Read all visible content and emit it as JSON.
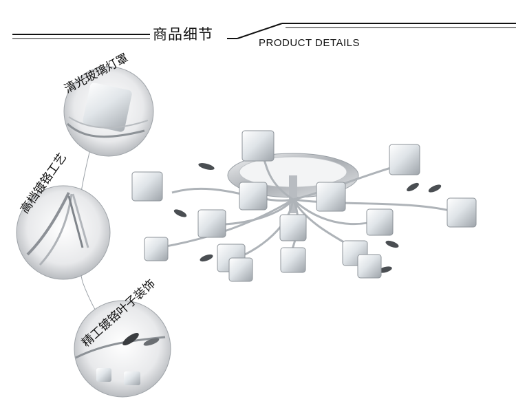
{
  "header": {
    "title_cn": "商品细节",
    "title_en": "PRODUCT DETAILS"
  },
  "details": [
    {
      "caption": "清光玻璃灯罩"
    },
    {
      "caption": "高档镀铬工艺"
    },
    {
      "caption": "精工镀铬叶子装饰"
    }
  ],
  "colors": {
    "line": "#111111",
    "chrome": "#c9ccd0",
    "glass": "#e9eef2",
    "leaf": "#3a3d40"
  }
}
